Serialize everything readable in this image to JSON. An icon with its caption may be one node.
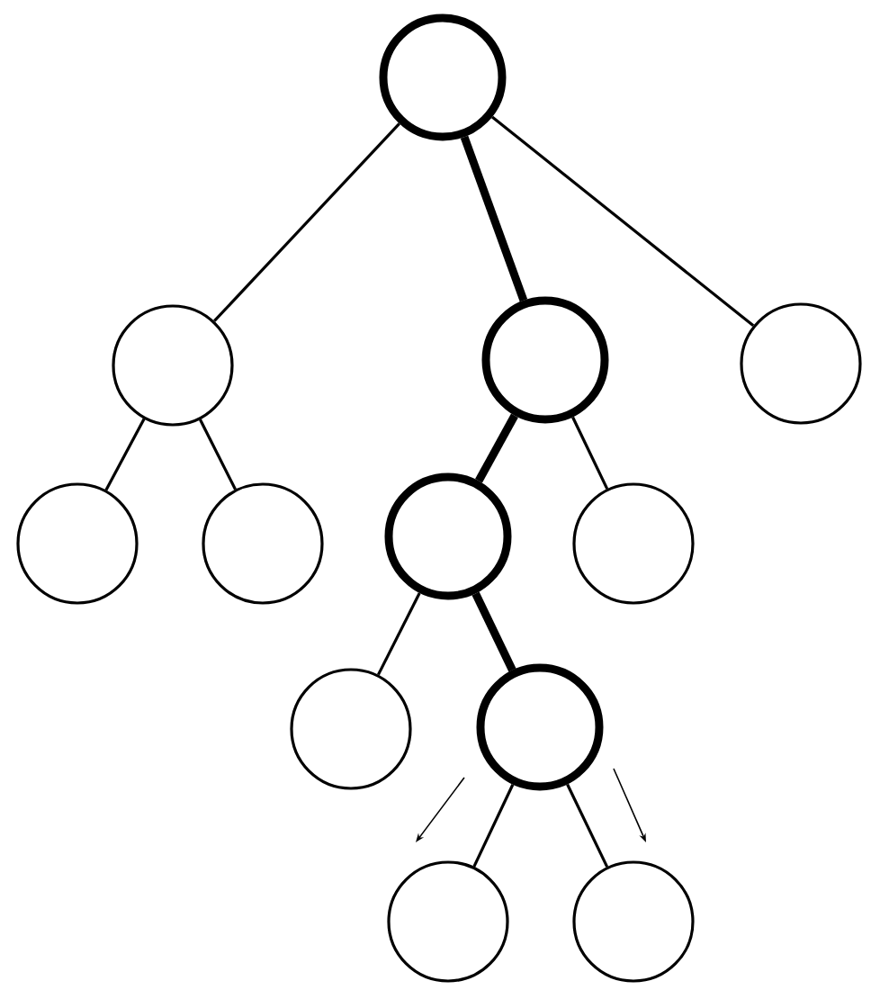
{
  "diagram": {
    "nodes": [
      {
        "text": [],
        "shape": "circle"
      },
      {
        "text": [],
        "shape": "circle"
      },
      {
        "text": [],
        "shape": "circle"
      },
      {
        "text": [],
        "shape": "circle"
      },
      {
        "text": [],
        "shape": "circle"
      },
      {
        "text": [],
        "shape": "circle"
      },
      {
        "text": [],
        "shape": "circle"
      },
      {
        "text": [],
        "shape": "circle"
      },
      {
        "text": [],
        "shape": "circle"
      },
      {
        "text": [],
        "shape": "circle"
      },
      {
        "text": [],
        "shape": "circle"
      },
      {
        "text": [],
        "shape": "circle"
      }
    ],
    "edges": [
      {
        "from": 0,
        "to": 1,
        "arrow": "none"
      },
      {
        "from": 0,
        "to": 2,
        "arrow": "none",
        "style": "thick"
      },
      {
        "from": 0,
        "to": 3,
        "arrow": "none"
      },
      {
        "from": 1,
        "to": 4,
        "arrow": "none"
      },
      {
        "from": 1,
        "to": 5,
        "arrow": "none"
      },
      {
        "from": 2,
        "to": 6,
        "arrow": "none",
        "style": "thick"
      },
      {
        "from": 2,
        "to": 7,
        "arrow": "none"
      },
      {
        "from": 6,
        "to": 8,
        "arrow": "none"
      },
      {
        "from": 6,
        "to": 9,
        "arrow": "none",
        "style": "thick"
      },
      {
        "from": 9,
        "to": 10,
        "arrow": "none"
      },
      {
        "from": 9,
        "to": 11,
        "arrow": "none"
      }
    ]
  }
}
